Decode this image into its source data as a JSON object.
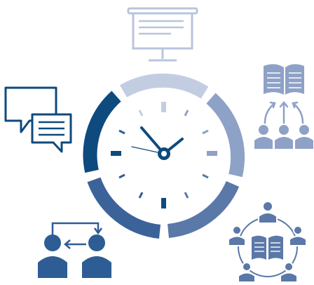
{
  "colors": {
    "darkest": "#0e4a7e",
    "dark": "#2e5d95",
    "mid_dark": "#5a78a8",
    "mid": "#8ea1c6",
    "light": "#b8c5dc",
    "lightest": "#c9d2e4",
    "white": "#ffffff"
  },
  "clock": {
    "icon": "clock-icon",
    "hour_hand_time": "10:10",
    "ring_segments": [
      "top-light",
      "right-mid",
      "bottom-right-dark",
      "bottom-left-darker",
      "left-darkest"
    ]
  },
  "surrounding_icons": [
    {
      "name": "presentation-board-icon"
    },
    {
      "name": "speech-bubbles-icon"
    },
    {
      "name": "shared-book-group-icon"
    },
    {
      "name": "peer-exchange-icon"
    },
    {
      "name": "book-circle-group-icon"
    }
  ]
}
